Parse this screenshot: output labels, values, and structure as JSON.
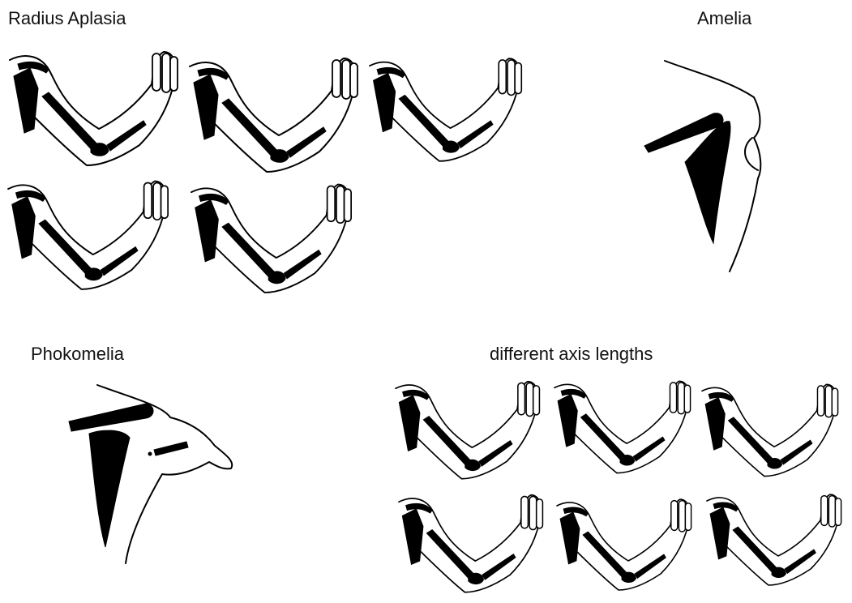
{
  "labels": {
    "radius_aplasia": "Radius Aplasia",
    "amelia": "Amelia",
    "phokomelia": "Phokomelia",
    "axis_lengths": "different axis lengths"
  },
  "colors": {
    "ink": "#000000",
    "background": "#ffffff"
  },
  "groups": {
    "radius_aplasia": {
      "arm_drawings": 5
    },
    "amelia": {
      "arm_drawings": 1
    },
    "phokomelia": {
      "arm_drawings": 1
    },
    "axis_lengths": {
      "arm_drawings": 6
    }
  }
}
